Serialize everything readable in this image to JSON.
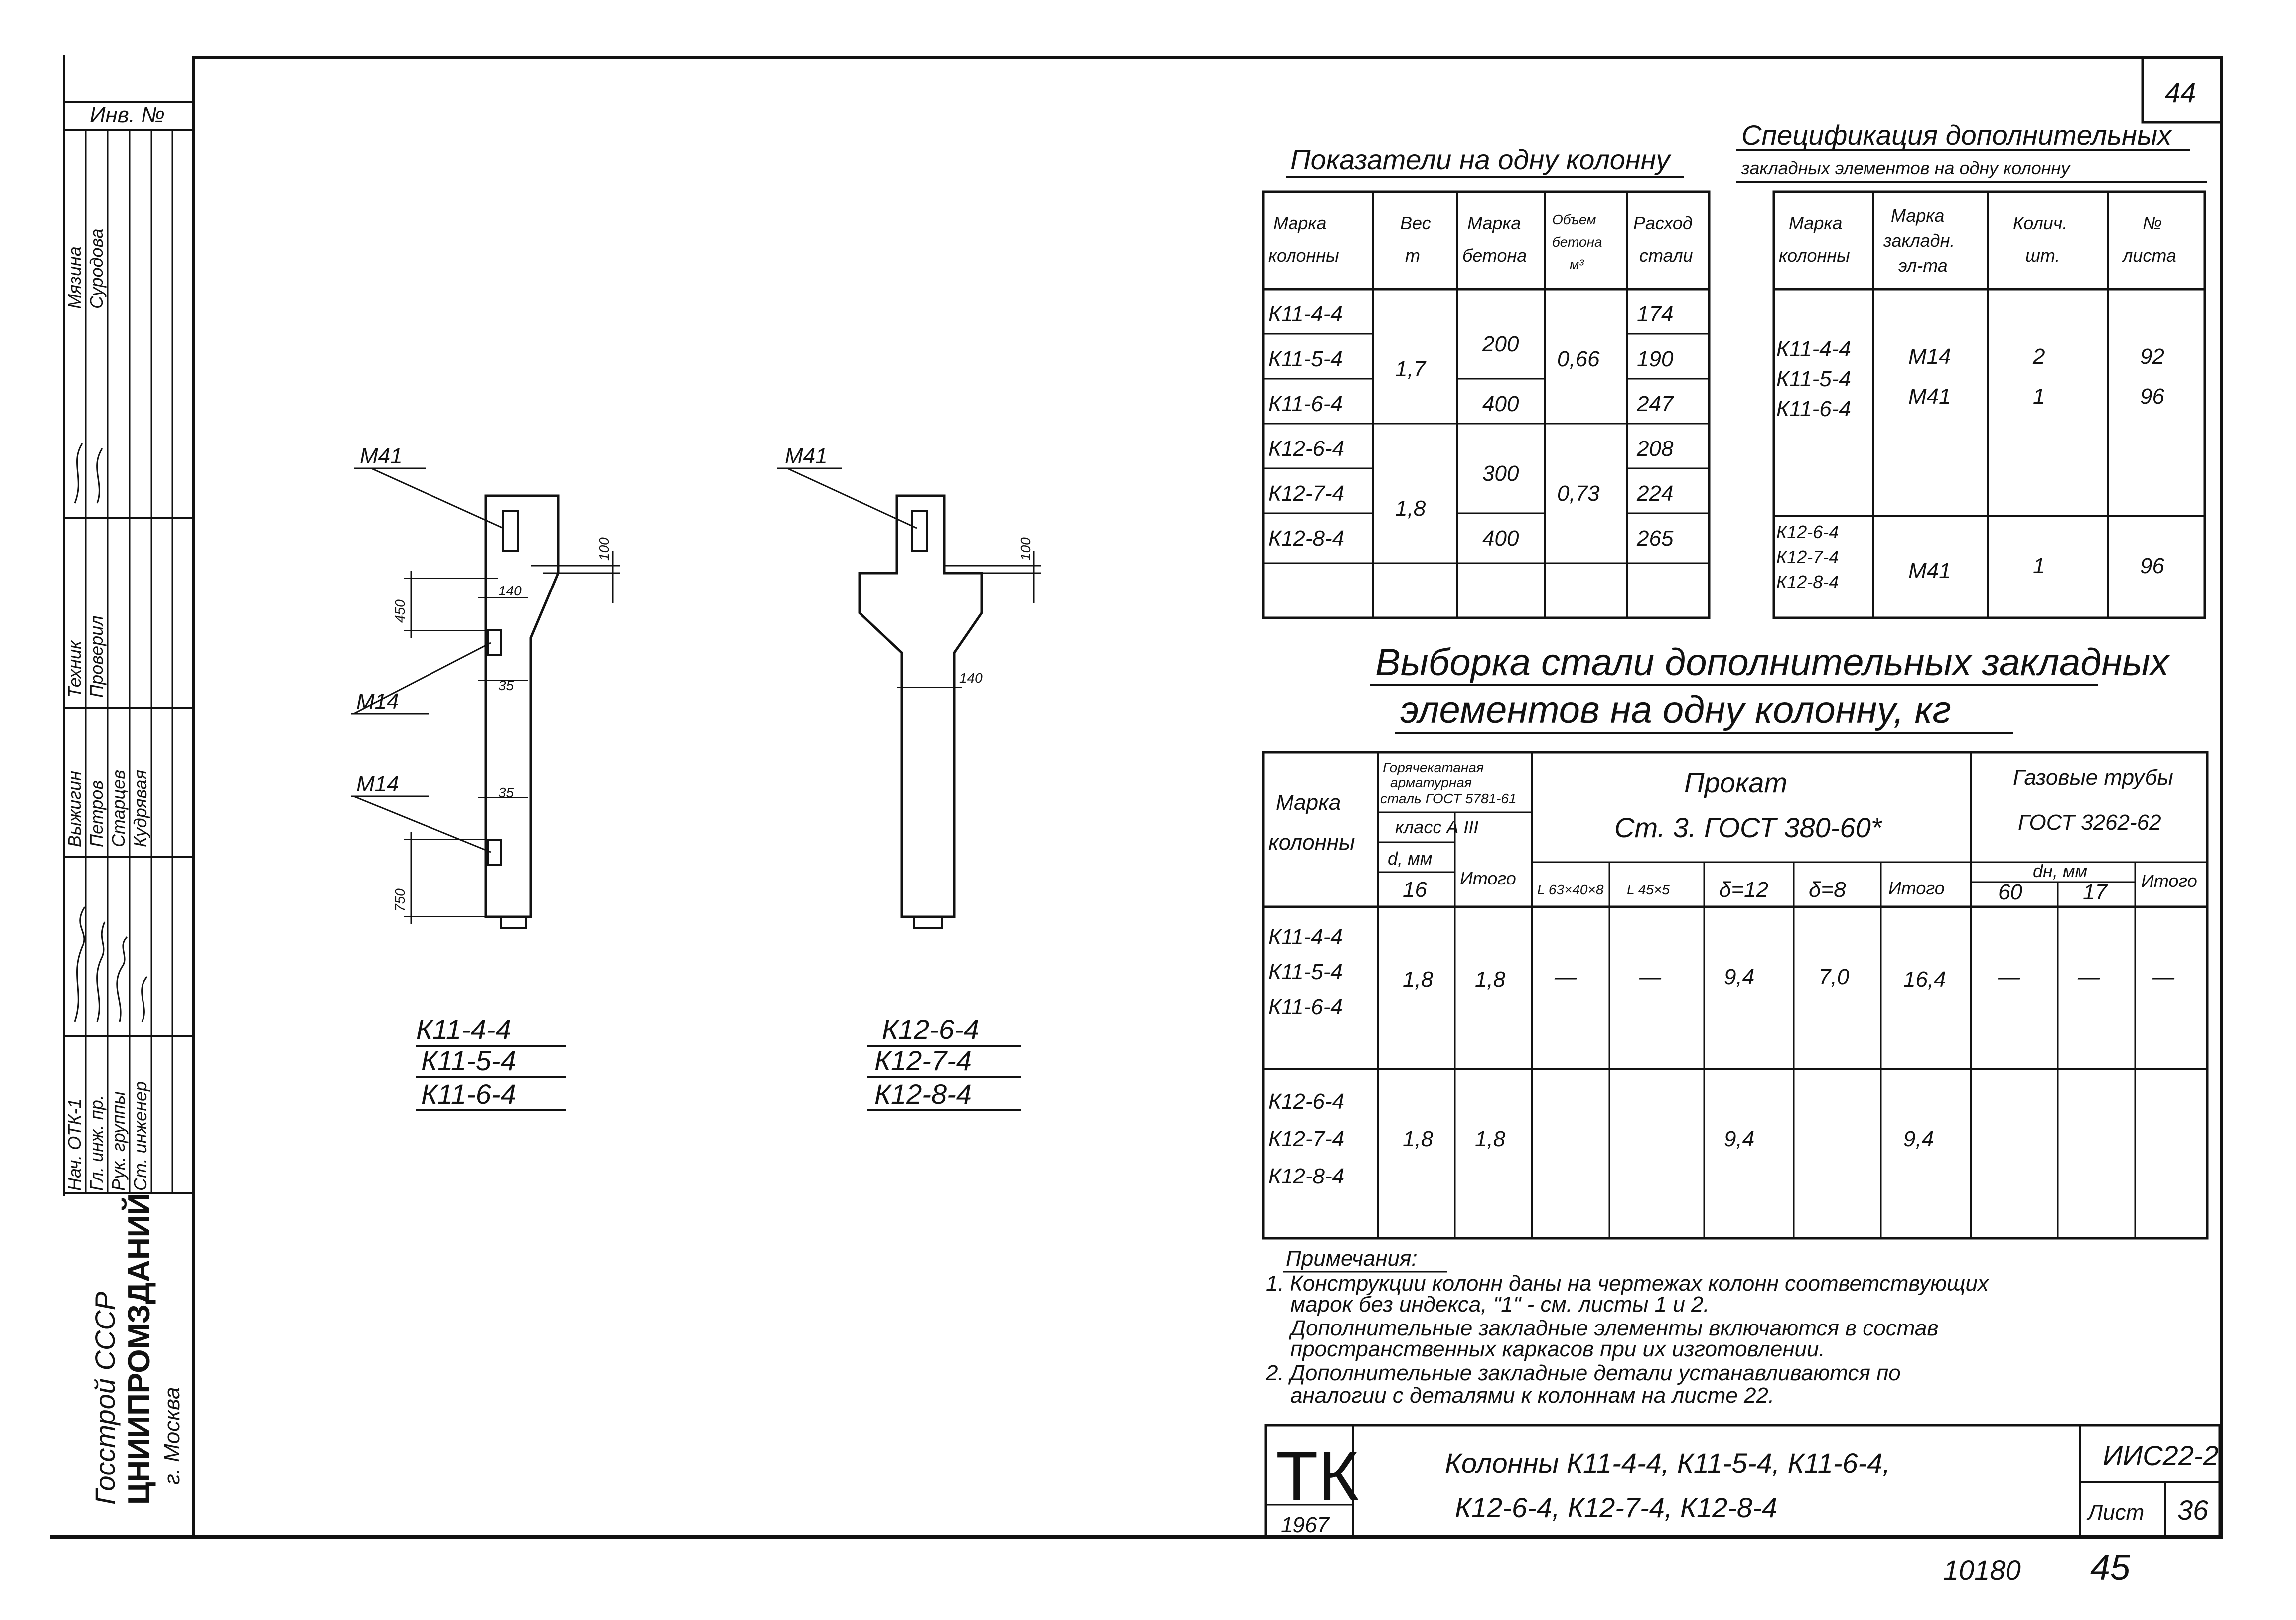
{
  "page_number_top": "44",
  "page_number_bottom": "45",
  "archive_number": "10180",
  "left_stamp": {
    "inv_label": "Инв. №",
    "roles": [
      "Нач. ОТК-1",
      "Гл. инж. пр.",
      "Рук. группы",
      "Ст. инженер",
      "Техник",
      "Проверил"
    ],
    "names": [
      "Выжигин",
      "Петров",
      "Старцев",
      "Кудрявая",
      "Мязина",
      "Суродова"
    ],
    "org1": "Госстрой СССР",
    "org2": "ЦНИИПРОМЗДАНИЙ",
    "city": "г. Москва"
  },
  "drawings": {
    "left": {
      "labels": {
        "m41": "М41",
        "m14a": "М14",
        "m14b": "М14"
      },
      "dims": {
        "d100": "100",
        "d140": "140",
        "d450": "450",
        "d35a": "35",
        "d35b": "35",
        "d750": "750"
      },
      "marks": [
        "К11-4-4",
        "К11-5-4",
        "К11-6-4"
      ]
    },
    "right": {
      "labels": {
        "m41": "М41"
      },
      "dims": {
        "d100": "100",
        "d140": "140"
      },
      "marks": [
        "К12-6-4",
        "К12-7-4",
        "К12-8-4"
      ]
    }
  },
  "indicators": {
    "title": "Показатели на одну колонну",
    "headers": [
      "Марка колонны",
      "Вес т",
      "Марка бетона",
      "Объем бетона м³",
      "Расход стали"
    ],
    "marks": [
      "К11-4-4",
      "К11-5-4",
      "К11-6-4",
      "К12-6-4",
      "К12-7-4",
      "К12-8-4"
    ],
    "weights": [
      "1,7",
      "1,8"
    ],
    "concrete": [
      "200",
      "400",
      "300",
      "400"
    ],
    "volumes": [
      "0,66",
      "0,73"
    ],
    "steel": [
      "174",
      "190",
      "247",
      "208",
      "224",
      "265"
    ]
  },
  "spec": {
    "title_line1": "Спецификация дополнительных",
    "title_line2": "закладных элементов на одну колонну",
    "headers": [
      "Марка колонны",
      "Марка закладн. эл-та",
      "Колич. шт.",
      "№ листа"
    ],
    "group1": {
      "marks": [
        "К11-4-4",
        "К11-5-4",
        "К11-6-4"
      ],
      "elements": [
        "М14",
        "М41"
      ],
      "qty": [
        "2",
        "1"
      ],
      "sheets": [
        "92",
        "96"
      ]
    },
    "group2": {
      "marks": [
        "К12-6-4",
        "К12-7-4",
        "К12-8-4"
      ],
      "element": "М41",
      "qty": "1",
      "sheet": "96"
    }
  },
  "selection": {
    "title_line1": "Выборка стали дополнительных закладных",
    "title_line2": "элементов на одну колонну, кг",
    "h_mark": "Марка колонны",
    "h_hot": "Горячекатаная арматурная сталь ГОСТ 5781-61",
    "h_class": "класс А III",
    "h_d": "d, мм",
    "h_d16": "16",
    "h_total": "Итого",
    "h_prokat": "Прокат",
    "h_prokat_std": "Ст. 3.  ГОСТ 380-60*",
    "h_l1": "L 63×40×8",
    "h_l2": "L 45×5",
    "h_s12": "δ=12",
    "h_s8": "δ=8",
    "h_total2": "Итого",
    "h_gas": "Газовые трубы",
    "h_gas_std": "ГОСТ 3262-62",
    "h_dn": "dн, мм",
    "h_60": "60",
    "h_17": "17",
    "h_total3": "Итого",
    "row1": {
      "marks": [
        "К11-4-4",
        "К11-5-4",
        "К11-6-4"
      ],
      "d16": "1,8",
      "tot": "1,8",
      "l1": "—",
      "l2": "—",
      "s12": "9,4",
      "s8": "7,0",
      "tot2": "16,4",
      "g60": "—",
      "g17": "—",
      "tot3": "—"
    },
    "row2": {
      "marks": [
        "К12-6-4",
        "К12-7-4",
        "К12-8-4"
      ],
      "d16": "1,8",
      "tot": "1,8",
      "s12": "9,4",
      "tot2": "9,4"
    }
  },
  "notes": {
    "title": "Примечания:",
    "lines": [
      "1. Конструкции колонн даны на чертежах колонн соответствующих",
      "марок без индекса, \"1\" - см. листы 1 и 2.",
      "Дополнительные закладные элементы включаются в состав",
      "пространственных каркасов при их изготовлении.",
      "2. Дополнительные закладные детали устанавливаются по",
      "аналогии с деталями к колоннам на листе 22."
    ]
  },
  "title_block": {
    "logo": "ТК",
    "year": "1967",
    "title_line1": "Колонны К11-4-4, К11-5-4, К11-6-4,",
    "title_line2": "К12-6-4, К12-7-4, К12-8-4",
    "code": "ИИС22-2",
    "sheet_label": "Лист",
    "sheet_number": "36"
  }
}
